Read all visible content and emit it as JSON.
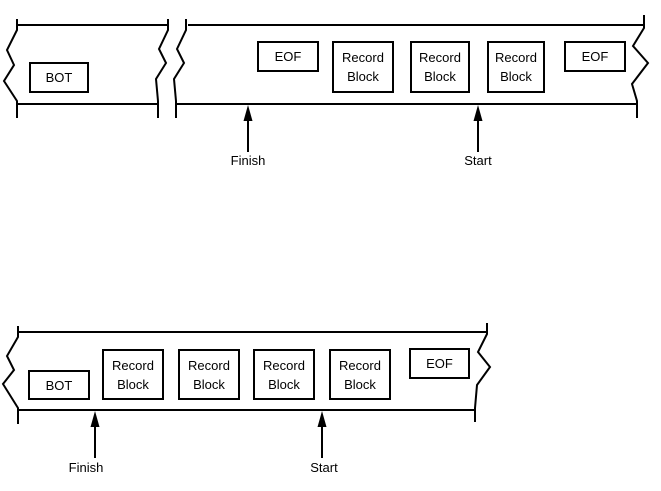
{
  "colors": {
    "line": "#000000",
    "background": "#ffffff",
    "box_background": "#ffffff"
  },
  "top_diagram": {
    "blocks": [
      {
        "label": "BOT"
      },
      {
        "label": "EOF"
      },
      {
        "label": "Record\nBlock"
      },
      {
        "label": "Record\nBlock"
      },
      {
        "label": "Record\nBlock"
      },
      {
        "label": "EOF"
      }
    ],
    "finish_label": "Finish",
    "start_label": "Start"
  },
  "bottom_diagram": {
    "blocks": [
      {
        "label": "BOT"
      },
      {
        "label": "Record\nBlock"
      },
      {
        "label": "Record\nBlock"
      },
      {
        "label": "Record\nBlock"
      },
      {
        "label": "Record\nBlock"
      },
      {
        "label": "EOF"
      }
    ],
    "finish_label": "Finish",
    "start_label": "Start"
  }
}
